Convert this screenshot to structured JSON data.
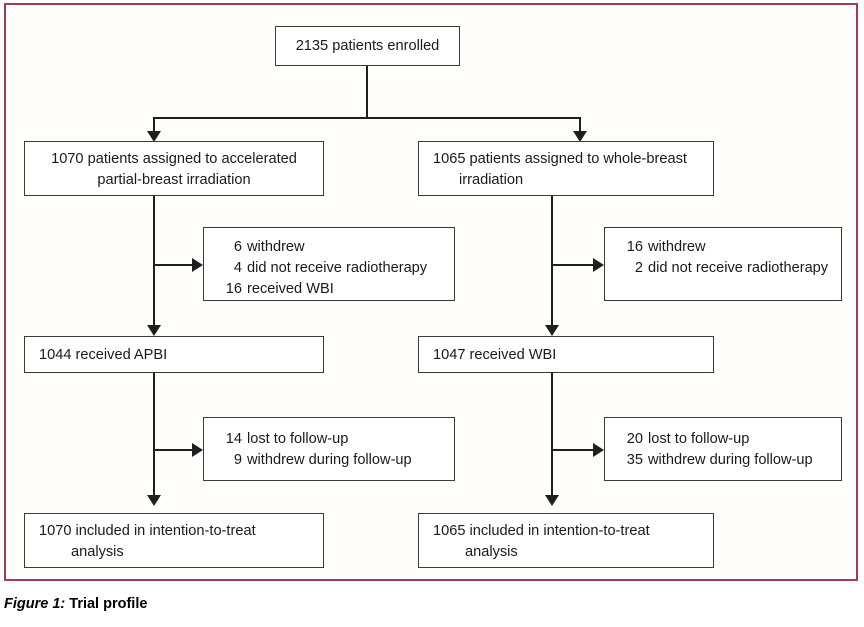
{
  "figure": {
    "number_label": "Figure 1:",
    "title": "Trial profile",
    "frame_color": "#a43858",
    "box_border_color": "#3a3a3a",
    "connector_color": "#1f1f1f",
    "background_color": "#fffefb"
  },
  "diagram": {
    "type": "consort-flow-diagram",
    "enrollment": {
      "label": "2135 patients enrolled",
      "count": 2135
    },
    "arms": [
      {
        "id": "apbi",
        "assigned_line1": "1070 patients assigned to accelerated",
        "assigned_line2": "partial-breast irradiation",
        "assigned_count": 1070,
        "exclusions": [
          {
            "n": "6",
            "label": "withdrew"
          },
          {
            "n": "4",
            "label": "did not receive radiotherapy"
          },
          {
            "n": "16",
            "label": "received WBI"
          }
        ],
        "received": "1044 received APBI",
        "received_count": 1044,
        "followup_losses": [
          {
            "n": "14",
            "label": "lost to follow-up"
          },
          {
            "n": "9",
            "label": "withdrew during follow-up"
          }
        ],
        "analysed_line1": "1070 included in intention-to-treat",
        "analysed_line2": "analysis",
        "analysed_count": 1070
      },
      {
        "id": "wbi",
        "assigned_line1": "1065 patients assigned to whole-breast",
        "assigned_line2": "irradiation",
        "assigned_count": 1065,
        "exclusions": [
          {
            "n": "16",
            "label": "withdrew"
          },
          {
            "n": "2",
            "label": "did not receive radiotherapy"
          }
        ],
        "received": "1047 received WBI",
        "received_count": 1047,
        "followup_losses": [
          {
            "n": "20",
            "label": "lost to follow-up"
          },
          {
            "n": "35",
            "label": "withdrew during follow-up"
          }
        ],
        "analysed_line1": "1065 included in intention-to-treat",
        "analysed_line2": "analysis",
        "analysed_count": 1065
      }
    ]
  }
}
